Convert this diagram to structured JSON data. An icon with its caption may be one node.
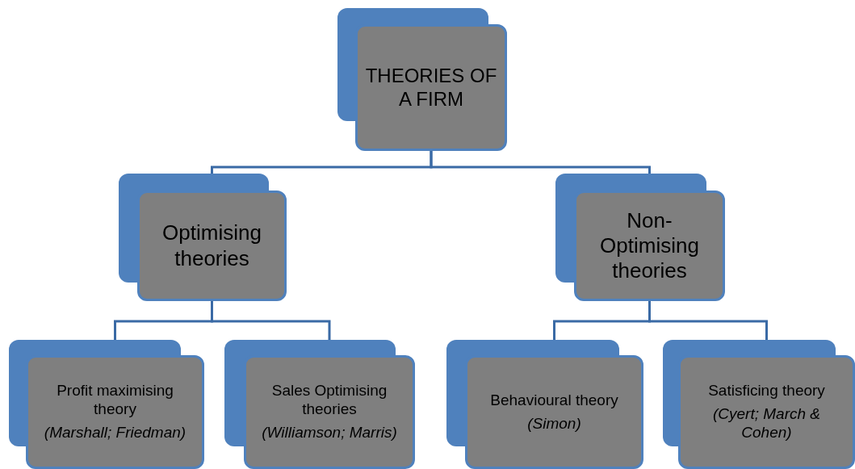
{
  "diagram": {
    "nodes": [
      {
        "text": [
          "THEORIES OF A FIRM"
        ]
      },
      {
        "text": [
          "Optimising theories"
        ]
      },
      {
        "text": [
          "Non-Optimising theories"
        ]
      },
      {
        "text": [
          "Profit maximising theory",
          "(Marshall; Friedman)"
        ]
      },
      {
        "text": [
          "Sales Optimising theories",
          "(Williamson; Marris)"
        ]
      },
      {
        "text": [
          "Behavioural theory",
          "(Simon)"
        ]
      },
      {
        "text": [
          "Satisficing theory",
          "(Cyert; March & Cohen)"
        ]
      }
    ],
    "edges": [
      {
        "from": 0,
        "to": 1,
        "arrow": "none"
      },
      {
        "from": 0,
        "to": 2,
        "arrow": "none"
      },
      {
        "from": 1,
        "to": 3,
        "arrow": "none"
      },
      {
        "from": 1,
        "to": 4,
        "arrow": "none"
      },
      {
        "from": 2,
        "to": 5,
        "arrow": "none"
      },
      {
        "from": 2,
        "to": 6,
        "arrow": "none"
      }
    ]
  }
}
